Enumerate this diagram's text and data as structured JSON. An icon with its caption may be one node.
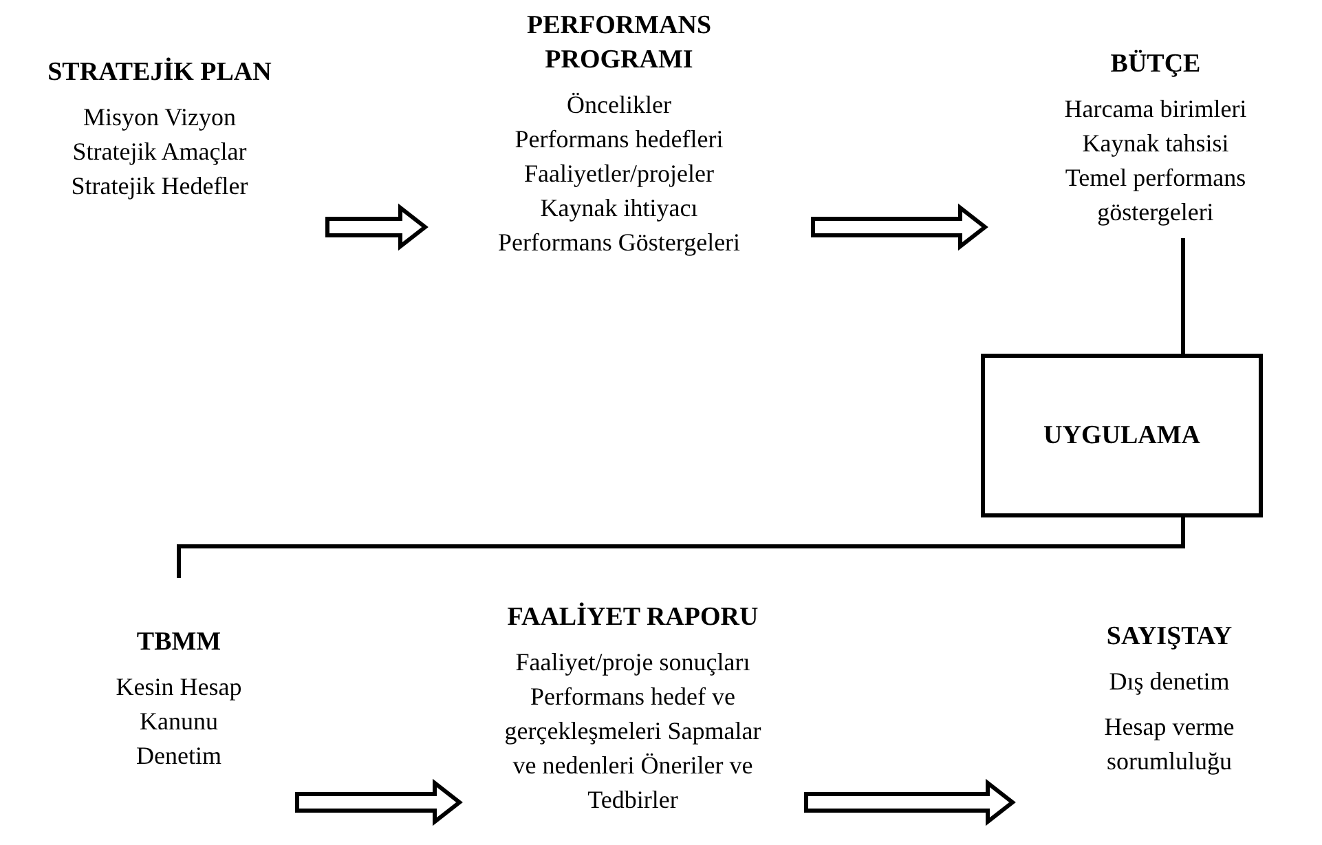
{
  "diagram": {
    "nodes": [
      {
        "text": [
          "STRATEJİK PLAN",
          "Misyon Vizyon",
          "Stratejik Amaçlar",
          "Stratejik Hedefler"
        ]
      },
      {
        "text": [
          "PERFORMANS PROGRAMI",
          "Öncelikler",
          "Performans hedefleri",
          "Faaliyetler/projeler",
          "Kaynak ihtiyacı",
          "Performans Göstergeleri"
        ]
      },
      {
        "text": [
          "BÜTÇE",
          "Harcama birimleri",
          "Kaynak tahsisi",
          "Temel performans göstergeleri"
        ]
      },
      {
        "text": [
          "UYGULAMA"
        ]
      },
      {
        "text": [
          "TBMM",
          "Kesin Hesap Kanunu",
          "Denetim"
        ]
      },
      {
        "text": [
          "FAALİYET RAPORU",
          "Faaliyet/proje sonuçları Performans hedef ve gerçekleşmeleri Sapmalar ve nedenleri Öneriler ve Tedbirler"
        ]
      },
      {
        "text": [
          "SAYIŞTAY",
          "Dış denetim",
          "Hesap verme sorumluluğu"
        ]
      }
    ],
    "edges": [
      {
        "from": 0,
        "to": 1,
        "arrow": "to"
      },
      {
        "from": 1,
        "to": 2,
        "arrow": "to"
      },
      {
        "from": 2,
        "to": 3,
        "arrow": "none"
      },
      {
        "from": 3,
        "to": 4,
        "arrow": "none"
      },
      {
        "from": 4,
        "to": 5,
        "arrow": "to"
      },
      {
        "from": 5,
        "to": 6,
        "arrow": "to"
      }
    ]
  }
}
